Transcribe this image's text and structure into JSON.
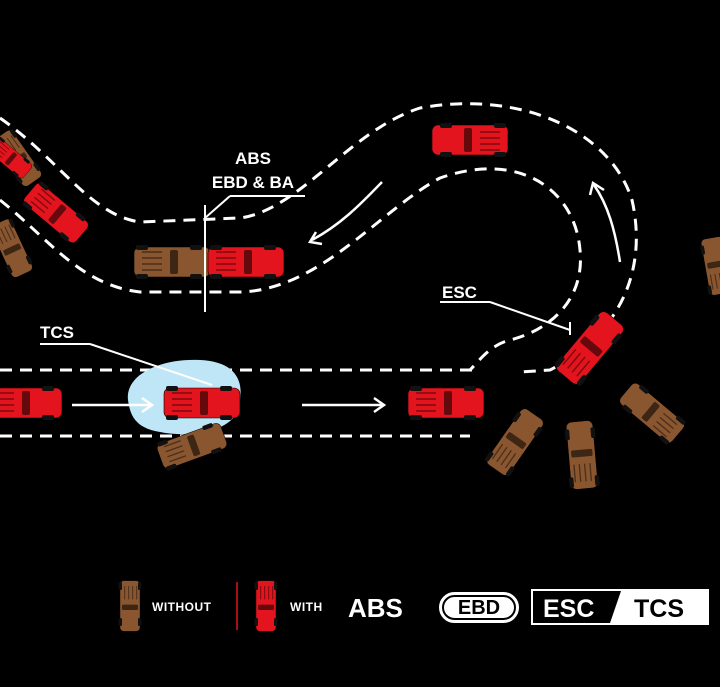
{
  "labels": {
    "abs": "ABS",
    "ebd_ba": "EBD & BA",
    "tcs": "TCS",
    "esc": "ESC"
  },
  "legend": {
    "without": "WITHOUT",
    "with": "WITH",
    "abs": "ABS",
    "ebd": "EBD",
    "esc": "ESC",
    "tcs": "TCS"
  },
  "colors": {
    "with_car": "#e3141d",
    "without_car": "#8a5630",
    "tcs_highlight": "#bfe6f7",
    "background": "#000000"
  }
}
